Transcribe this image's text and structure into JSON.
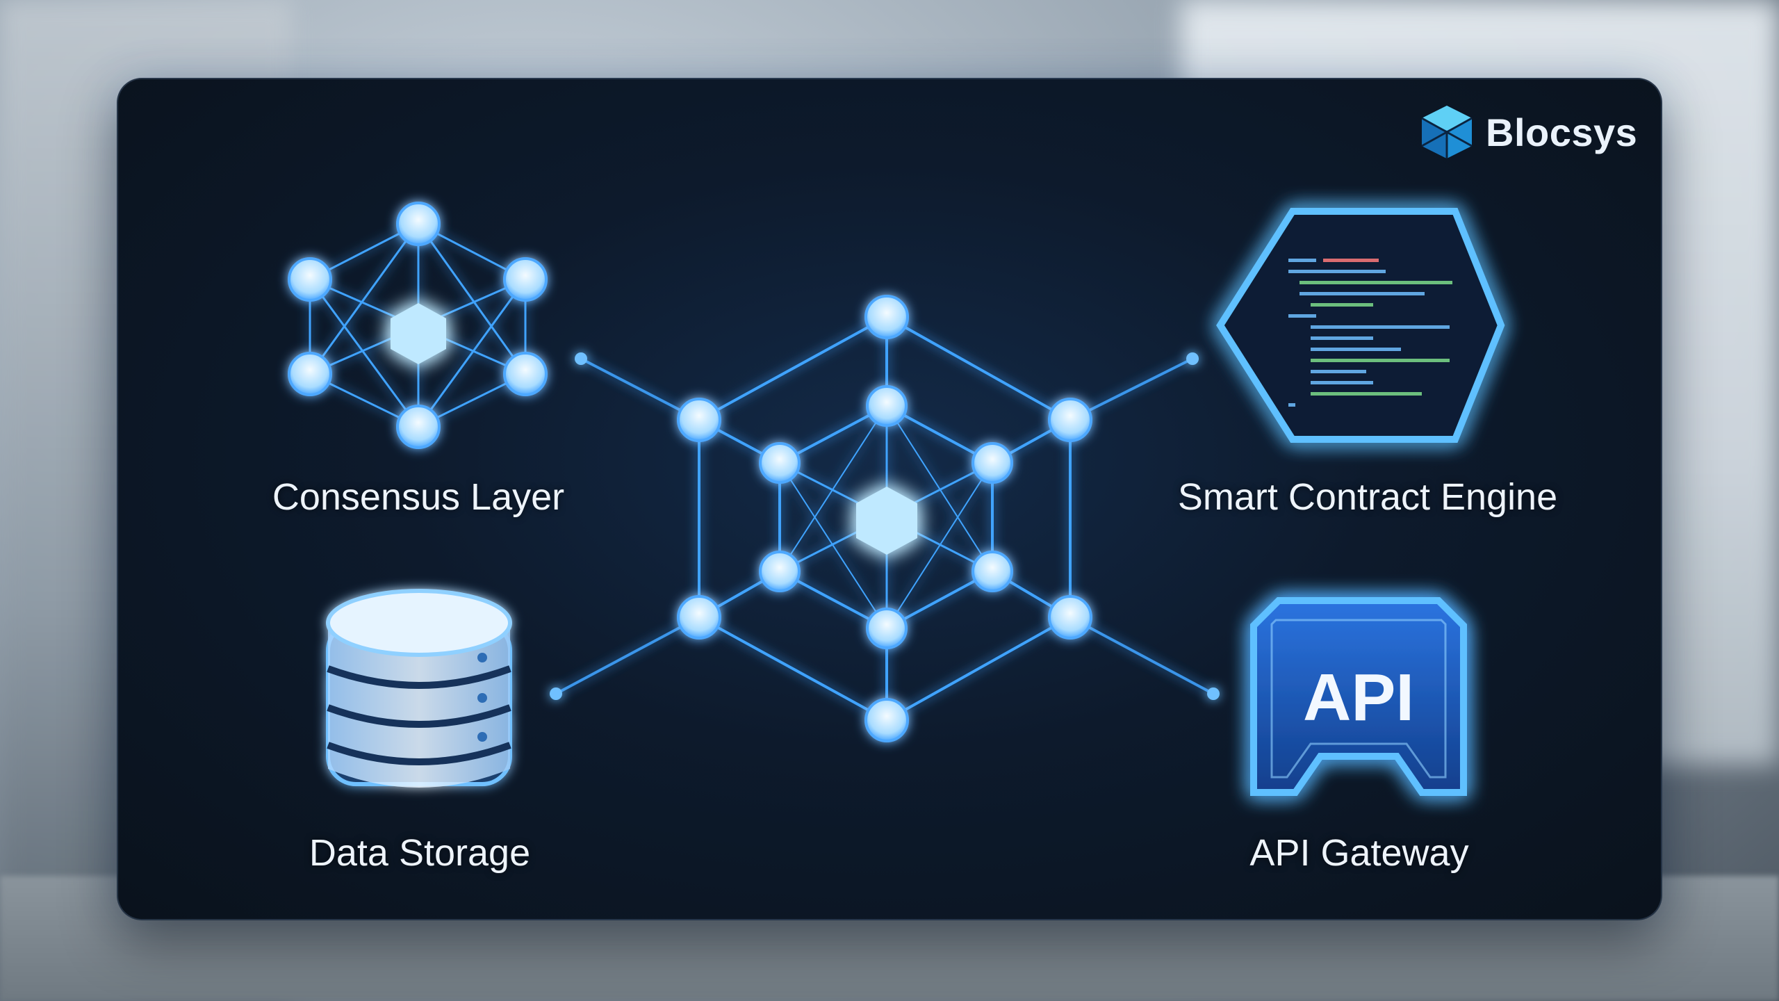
{
  "brand": {
    "name": "Blocsys",
    "icon": "cube-logo-icon"
  },
  "components": [
    {
      "id": "consensus",
      "label": "Consensus Layer",
      "icon": "network-node-icon"
    },
    {
      "id": "contract",
      "label": "Smart Contract Engine",
      "icon": "hexagon-code-icon"
    },
    {
      "id": "storage",
      "label": "Data Storage",
      "icon": "database-icon"
    },
    {
      "id": "api",
      "label": "API Gateway",
      "icon": "api-gateway-icon",
      "badge": "API"
    }
  ],
  "colors": {
    "accent": "#3fa3ff",
    "glow": "#79c8ff",
    "node": "#cfeaff",
    "panel": "#0d1a2c"
  }
}
